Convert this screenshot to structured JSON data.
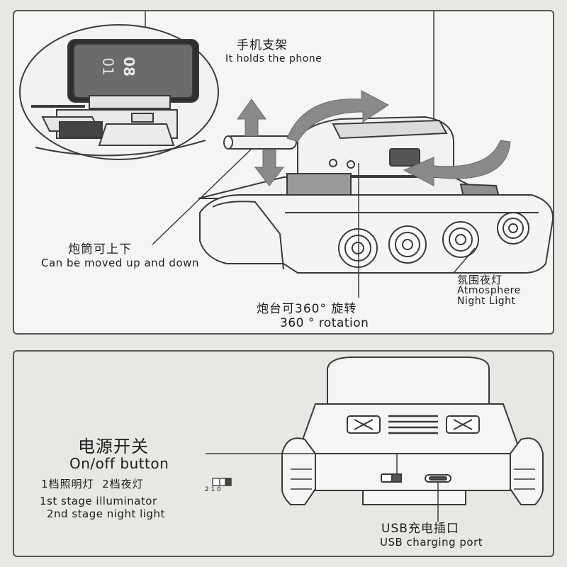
{
  "top_panel": {
    "phone_holder": {
      "cn": "手机支架",
      "en": "It holds the phone"
    },
    "phone_clock": {
      "hour": "01",
      "minute": "08"
    },
    "barrel": {
      "cn": "炮筒可上下",
      "en": "Can be moved up and down"
    },
    "turret": {
      "cn": "炮台可360° 旋转",
      "en": "360 ° rotation"
    },
    "night_light": {
      "cn": "氛围夜灯",
      "en_line1": "Atmosphere",
      "en_line2": "Night Light"
    }
  },
  "bottom_panel": {
    "power_switch": {
      "cn": "电源开关",
      "en": "On/off button"
    },
    "stages": {
      "cn": "1档照明灯  2档夜灯",
      "switch_positions": "2 1 0",
      "en_line1": "1st stage illuminator",
      "en_line2": "2nd stage night light"
    },
    "usb_port": {
      "cn": "USB充电插口",
      "en": "USB charging port"
    }
  },
  "colors": {
    "line": "#3a3a3a",
    "arrow": "#8a8a8a",
    "paper": "#f6f5f3",
    "background": "#e9e7e4"
  }
}
